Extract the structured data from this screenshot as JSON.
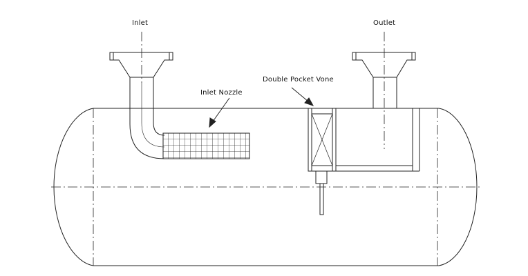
{
  "labels": {
    "inlet": "Inlet",
    "outlet": "Outlet",
    "inlet_nozzle": "Inlet Nozzle",
    "double_pocket_vane": "Double Pocket Vone"
  },
  "colors": {
    "line": "#222222",
    "background": "#ffffff"
  }
}
